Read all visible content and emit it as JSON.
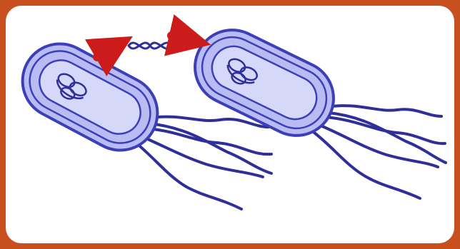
{
  "diagram": {
    "colors": {
      "frame": "#c8501e",
      "background": "#ffffff",
      "cell_fill": "#b9bcf2",
      "cell_stroke": "#3b3fb8",
      "flagella": "#2f2f9a",
      "arrow": "#cc1b1b"
    },
    "figure": {
      "cells": [
        {
          "name": "donor-bacterium"
        },
        {
          "name": "recipient-bacterium"
        }
      ],
      "transfer": {
        "from": "donor-bacterium",
        "to": "recipient-bacterium",
        "item": "dna-fragment"
      }
    }
  }
}
